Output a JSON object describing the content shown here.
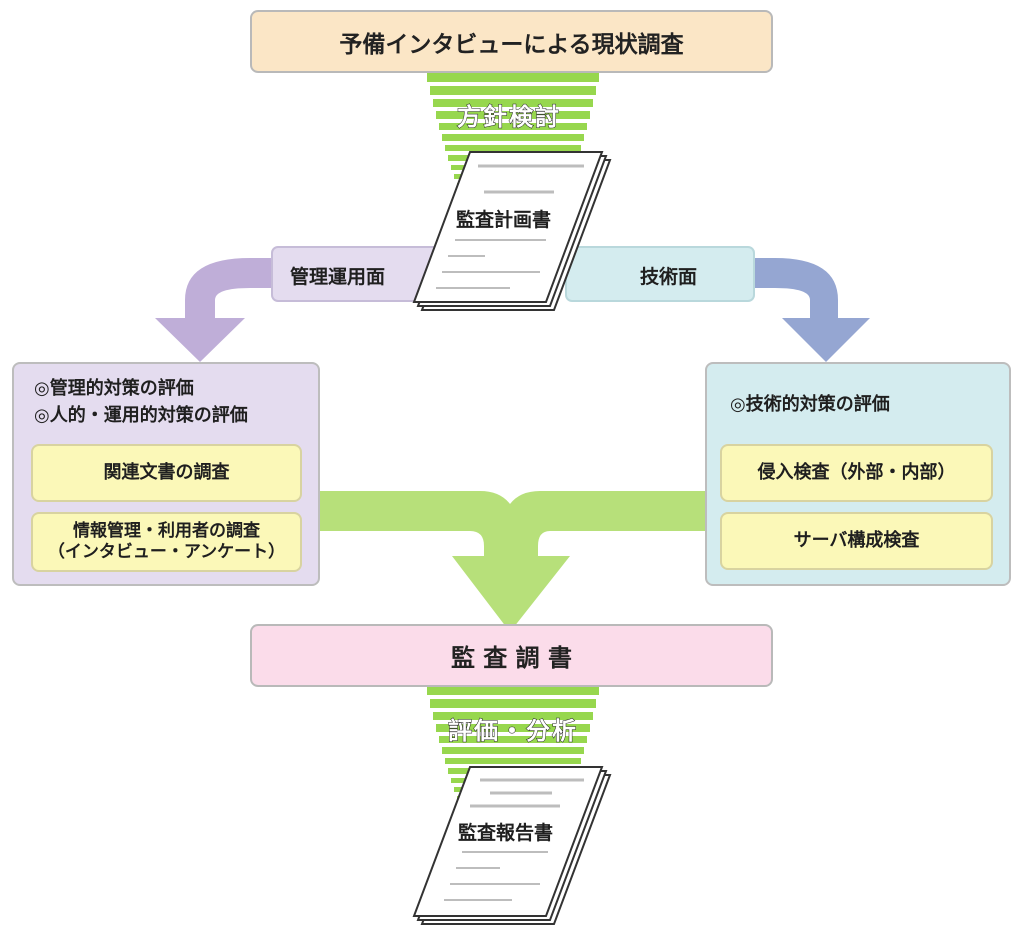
{
  "nodes": {
    "preliminary_interview": "予備インタビューによる現状調査",
    "policy_review": "方針検討",
    "audit_plan": "監査計画書",
    "management_operation": "管理運用面",
    "technical": "技術面",
    "left_panel": {
      "heading_1": "◎管理的対策の評価",
      "heading_2": "◎人的・運用的対策の評価",
      "item_1": "関連文書の調査",
      "item_2_line_1": "情報管理・利用者の調査",
      "item_2_line_2": "（インタビュー・アンケート）"
    },
    "right_panel": {
      "heading": "◎技術的対策の評価",
      "item_1": "侵入検査（外部・内部）",
      "item_2": "サーバ構成検査"
    },
    "audit_workpaper": "監 査 調 書",
    "evaluation_analysis": "評価・分析",
    "audit_report": "監査報告書"
  },
  "colors": {
    "top_box": "#fbe6c6",
    "green_stripe": "#97d74e",
    "purple_arrow": "#bfaed8",
    "purple_panel": "#e4dcef",
    "blue_arrow": "#95a6d2",
    "cyan_panel": "#d4ecef",
    "inner_yellow": "#fbf8b8",
    "green_merge": "#b7e07a",
    "pink_box": "#fbdcea"
  }
}
